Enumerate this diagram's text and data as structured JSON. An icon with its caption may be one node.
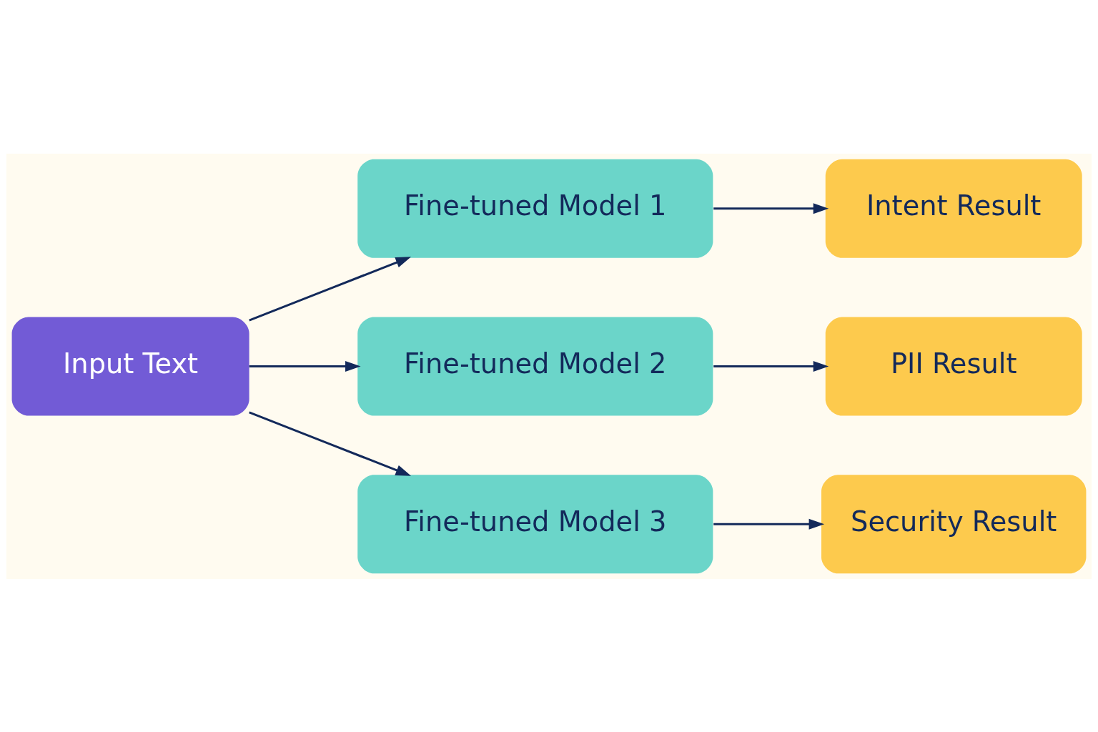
{
  "diagram": {
    "nodes": [
      {
        "text": [
          "Input Text"
        ]
      },
      {
        "text": [
          "Fine-tuned Model 1"
        ]
      },
      {
        "text": [
          "Fine-tuned Model 2"
        ]
      },
      {
        "text": [
          "Fine-tuned Model 3"
        ]
      },
      {
        "text": [
          "Intent Result"
        ]
      },
      {
        "text": [
          "PII Result"
        ]
      },
      {
        "text": [
          "Security Result"
        ]
      }
    ],
    "edges": [
      {
        "from": 0,
        "to": 1,
        "arrow": "to"
      },
      {
        "from": 0,
        "to": 2,
        "arrow": "to"
      },
      {
        "from": 0,
        "to": 3,
        "arrow": "to"
      },
      {
        "from": 1,
        "to": 4,
        "arrow": "to"
      },
      {
        "from": 2,
        "to": 5,
        "arrow": "to"
      },
      {
        "from": 3,
        "to": 6,
        "arrow": "to"
      }
    ]
  }
}
